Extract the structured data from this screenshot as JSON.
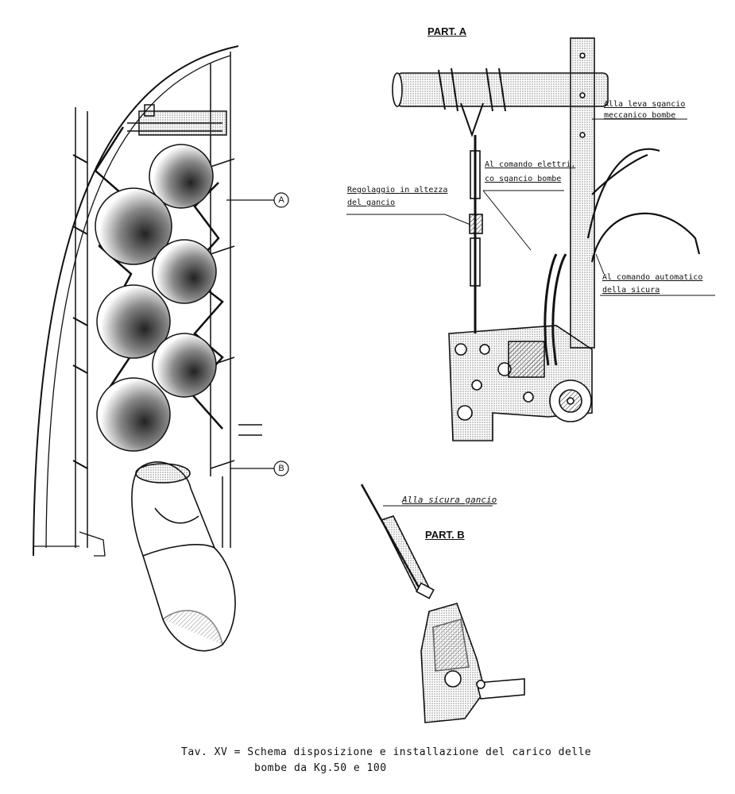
{
  "labels": {
    "part_a": "PART. A",
    "part_b": "PART. B",
    "callout_a": "A",
    "callout_b": "B",
    "leva_line1": "Alla leva sgancio",
    "leva_line2": "meccanico bombe",
    "elettrico_line1": "Al comando elettri.",
    "elettrico_line2": "co sgancio bombe",
    "regolaggio_line1": "Regolaggio in altezza",
    "regolaggio_line2": "del gancio",
    "automatico_line1": "Al comando automatico",
    "automatico_line2": "della sicura",
    "sicura_gancio": "Alla sicura gancio"
  },
  "caption": {
    "line1": "Tav. XV = Schema disposizione e installazione del carico delle",
    "line2": "bombe da Kg.50 e 100"
  },
  "colors": {
    "ink": "#111111",
    "paper": "#ffffff",
    "shade": "#7a7a7a"
  }
}
